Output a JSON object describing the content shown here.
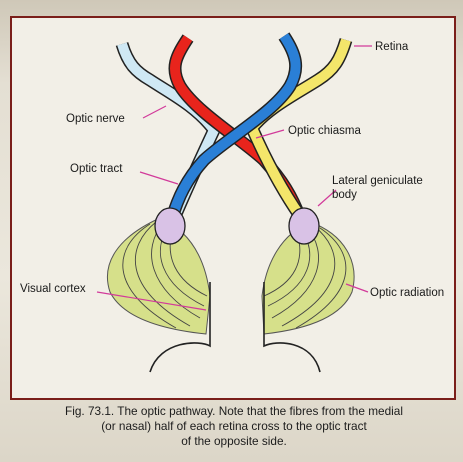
{
  "labels": {
    "retina": "Retina",
    "optic_nerve": "Optic nerve",
    "optic_chiasma": "Optic chiasma",
    "optic_tract": "Optic tract",
    "lgb_line1": "Lateral geniculate",
    "lgb_line2": "body",
    "visual_cortex": "Visual cortex",
    "optic_radiation": "Optic radiation"
  },
  "caption": {
    "line1": "Fig. 73.1. The optic pathway. Note that the fibres from the medial",
    "line2": "(or nasal) half of each retina cross to the optic tract",
    "line3": "of the opposite side."
  },
  "colors": {
    "red_fibres": "#e8241c",
    "blue_fibres": "#2a7fd6",
    "light_blue_fibres": "#cfe8f4",
    "yellow_fibres": "#f4e66a",
    "lgb_body": "#d9c2e6",
    "radiation_fill": "#d6e08a",
    "leader_line": "#d23a9a",
    "frame_border": "#7a1e1a"
  }
}
